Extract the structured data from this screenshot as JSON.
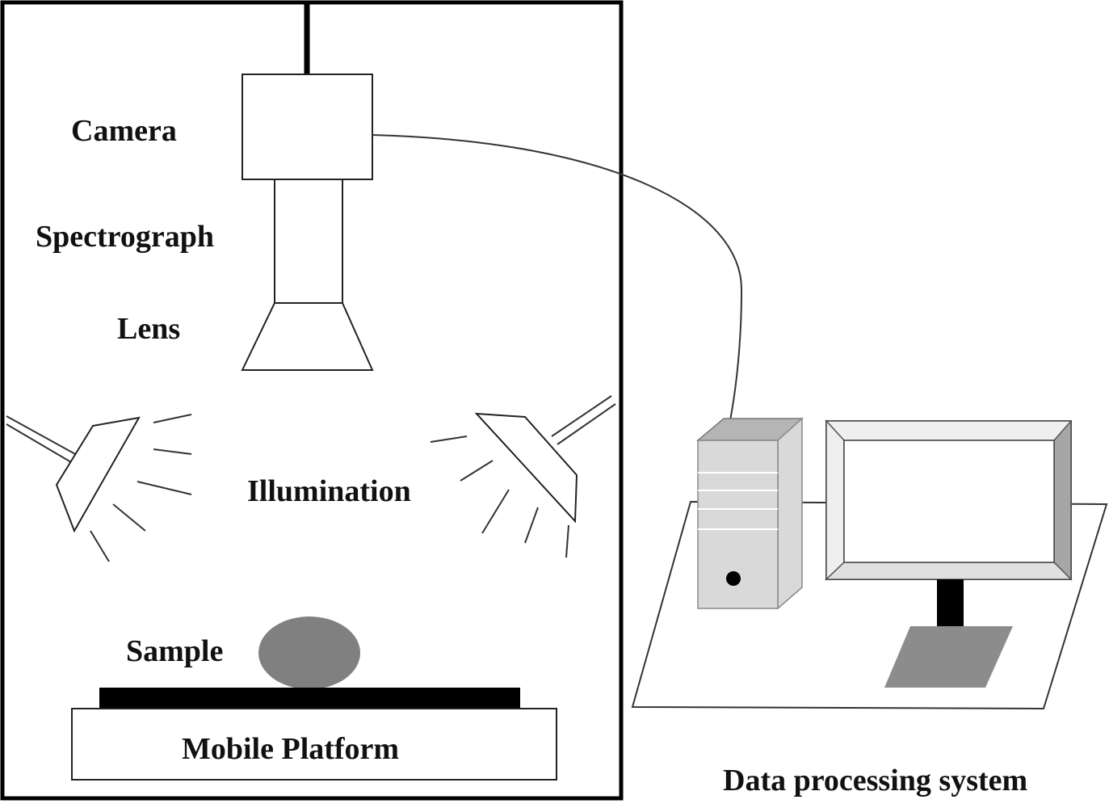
{
  "labels": {
    "camera": "Camera",
    "spectrograph": "Spectrograph",
    "lens": "Lens",
    "illumination": "Illumination",
    "sample": "Sample",
    "mobile_platform": "Mobile Platform",
    "data_processing_system": "Data processing system"
  },
  "colors": {
    "line": "#222222",
    "sample_fill": "#808080",
    "platform_bar": "#000000",
    "tower_light": "#d9d9d9",
    "tower_mid": "#b5b5b5",
    "monitor_side": "#a6a6a6",
    "monitor_base": "#8c8c8c"
  }
}
